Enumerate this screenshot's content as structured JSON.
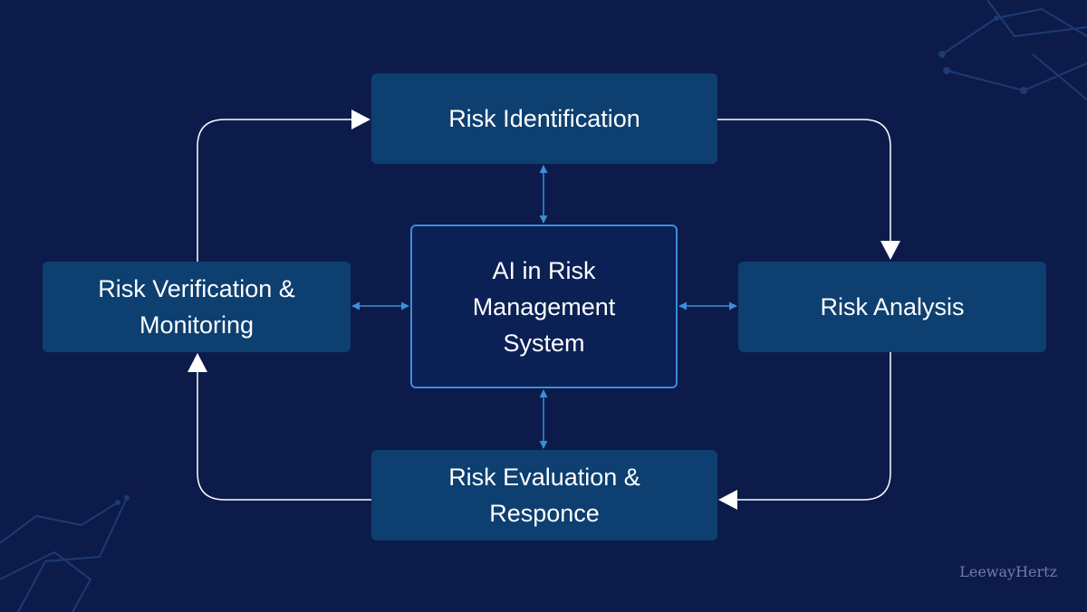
{
  "diagram": {
    "nodes": {
      "identification": "Risk Identification",
      "analysis": "Risk Analysis",
      "evaluation": "Risk Evaluation & Responce",
      "verification": "Risk Verification & Monitoring",
      "center": "AI in Risk Management System"
    },
    "edges": [
      {
        "from": "identification",
        "to": "analysis",
        "type": "cycle"
      },
      {
        "from": "analysis",
        "to": "evaluation",
        "type": "cycle"
      },
      {
        "from": "evaluation",
        "to": "verification",
        "type": "cycle"
      },
      {
        "from": "verification",
        "to": "identification",
        "type": "cycle"
      },
      {
        "from": "center",
        "to": "identification",
        "type": "bidirectional"
      },
      {
        "from": "center",
        "to": "analysis",
        "type": "bidirectional"
      },
      {
        "from": "center",
        "to": "evaluation",
        "type": "bidirectional"
      },
      {
        "from": "center",
        "to": "verification",
        "type": "bidirectional"
      }
    ]
  },
  "watermark": "LeewayHertz",
  "colors": {
    "background": "#0d1b4b",
    "box": "#0d3f71",
    "center_border": "#3b8ed8",
    "cycle_arrow": "#ffffff",
    "link_arrow": "#3b8ed8"
  }
}
